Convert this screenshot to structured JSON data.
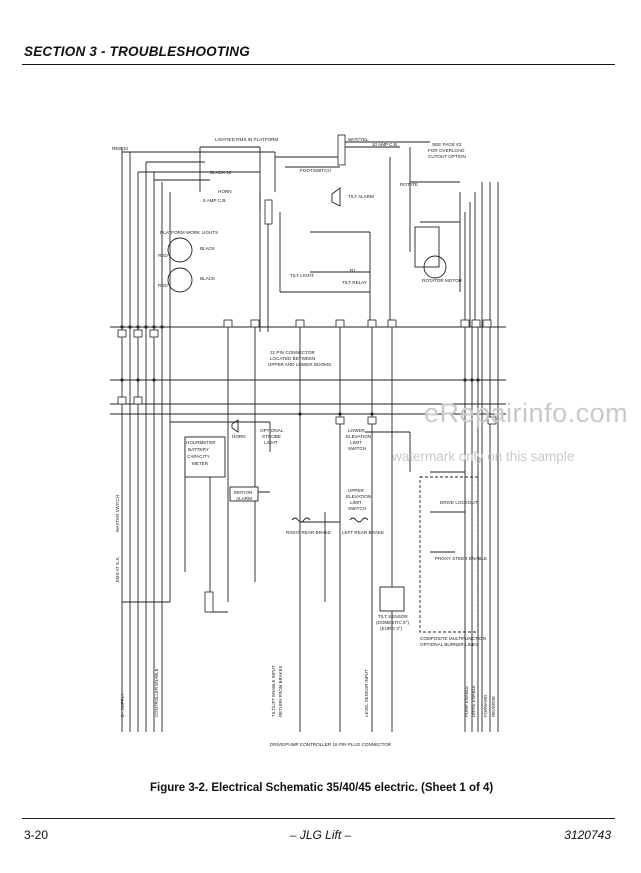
{
  "header": {
    "section_title": "SECTION 3 - TROUBLESHOOTING"
  },
  "watermark": {
    "main": "eRepairinfo.com",
    "sub": "watermark only on this sample"
  },
  "schematic": {
    "labels": {
      "lighted_rms": "LIGHTED RMS IN PLATFORM",
      "red10": "RED 10",
      "black10": "BLACK 10",
      "horn": "HORN",
      "amp_cb": "5 AMP C.B.",
      "platform_work_lights": "PLATFORM WORK LIGHTS",
      "black": "BLACK",
      "red": "RED",
      "footswitch": "FOOTSWITCH",
      "tilt_alarm": "TILT ALARM",
      "tilt_light": "TILT LIGHT",
      "r1": "R1",
      "tilt_relay": "TILT RELAY",
      "wht_yel": "WHT/YEL",
      "amp10_cb": "10 AMP C.B.",
      "see_page": "SEE PAGE #2",
      "for_overload": "FOR OVERLOAD",
      "cutout": "CUTOUT OPTION",
      "rotate": "ROTATE",
      "rotator_motor": "ROTATOR MOTOR",
      "pin21_1": "21 PIN CONNECTOR",
      "pin21_2": "LOCATED BETWEEN",
      "pin21_3": "UPPER AND LOWER BOOMS.",
      "hourmeter": "HOURMETER",
      "battery": "BATTERY",
      "capacity": "CAPACITY",
      "meter": "METER",
      "horn_lower": "HORN",
      "strobe_1": "OPTIONAL",
      "strobe_2": "STROBE",
      "strobe_3": "LIGHT",
      "motion_alarm_1": "MOTION",
      "motion_alarm_2": "ALARM",
      "lower_elev_1": "LOWER",
      "lower_elev_2": "ELEVATION",
      "lower_elev_3": "LIMIT",
      "lower_elev_4": "SWITCH",
      "upper_elev_1": "UPPER",
      "upper_elev_2": "ELEVATION",
      "upper_elev_3": "LIMIT",
      "upper_elev_4": "SWITCH",
      "right_brake": "RIGHT REAR BRAKE",
      "left_brake": "LEFT REAR BRAKE",
      "tilt_sensor": "TILT SENSOR",
      "tilt_deg": "(DOMESTIC 5°)",
      "tilt_euro": "(EURO 3°)",
      "composite": "COMPOSITE MULTIFUNCTION",
      "composite2": "OPTIONAL BURNER LINES",
      "connector": "DRIVE/PUMP CONTROLLER 16 PIN PLUG CONNECTOR",
      "master_switch": "MASTER SWITCH",
      "ems": "EMS AT G.S.",
      "drive_lockout": "DRIVE LOCKOUT",
      "steer_enable": "PROXY STEER ENABLE",
      "bot_1": "B+ SUPPLY",
      "bot_2": "CONTROLLER ENABLE",
      "bot_3": "TILT/LIFT ENABLE INPUT",
      "bot_4": "RETURN FROM BRAKES",
      "bot_5": "LEVEL SENSOR INPUT",
      "bot_6": "PUMP ENABLE",
      "bot_7": "DRIVE ENABLE",
      "bot_8": "FORWARD",
      "bot_9": "REVERSE"
    }
  },
  "figure": {
    "caption": "Figure 3-2.  Electrical Schematic 35/40/45 electric. (Sheet 1 of 4)"
  },
  "footer": {
    "page_number": "3-20",
    "center": "– JLG Lift –",
    "doc_number": "3120743"
  }
}
